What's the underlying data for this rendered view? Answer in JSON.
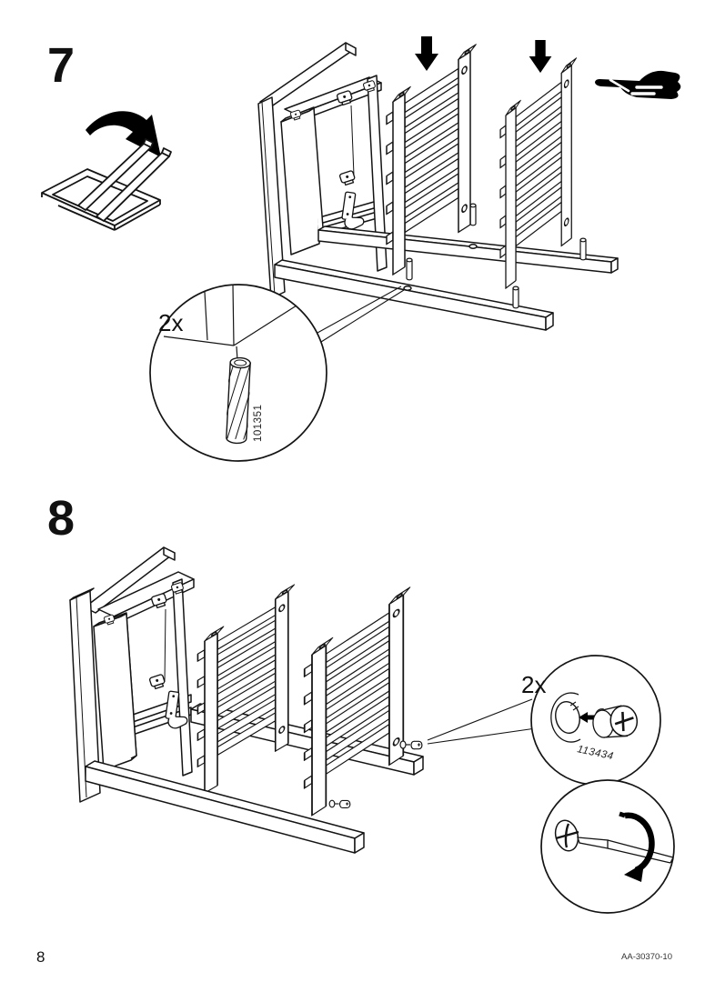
{
  "colors": {
    "ink": "#141414",
    "paper": "#ffffff"
  },
  "steps": {
    "step7": {
      "number": "7",
      "icons": {
        "flip": "flip-over-arrow-icon",
        "insert": "down-arrow-icon",
        "press": "pointing-hand-icon"
      },
      "detail": {
        "quantity": "2x",
        "part_number": "101351",
        "part_icon": "wooden-dowel-icon"
      }
    },
    "step8": {
      "number": "8",
      "detail_fastener": {
        "quantity": "2x",
        "part_number": "113434",
        "part_icon": "cam-lock-icon"
      },
      "detail_tool": {
        "tool_icon": "flathead-screwdriver-icon",
        "action_icon": "turn-clockwise-arrow-icon"
      }
    }
  },
  "footer": {
    "page_number": "8",
    "document_number": "AA-30370-10"
  }
}
